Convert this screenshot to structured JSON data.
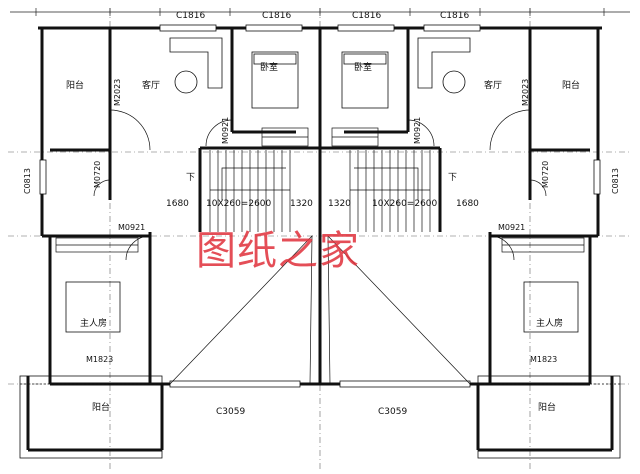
{
  "windows": {
    "top_1": "C1816",
    "top_2": "C1816",
    "top_3": "C1816",
    "top_4": "C1816",
    "bottom_left": "C3059",
    "bottom_right": "C3059",
    "side_left": "C0813",
    "side_right": "C0813"
  },
  "doors": {
    "living_left": "M2023",
    "living_right": "M2023",
    "bed_left": "M0921",
    "bed_right": "M0921",
    "toilet_left": "M0720",
    "toilet_right": "M0720",
    "master_left": "M0921",
    "master_right": "M0921",
    "master_bath_left": "M1823",
    "master_bath_right": "M1823"
  },
  "rooms": {
    "balcony_tl": "阳台",
    "living_l": "客厅",
    "bedroom_l": "卧室",
    "bedroom_r": "卧室",
    "living_r": "客厅",
    "balcony_tr": "阳台",
    "master_l": "主人房",
    "master_r": "主人房",
    "balcony_bl": "阳台",
    "balcony_br": "阳台"
  },
  "stairs": {
    "down_left": "下",
    "down_right": "下",
    "dim_1680_left": "1680",
    "dim_run_left": "10X260=2600",
    "dim_1320_left": "1320",
    "dim_1320_right": "1320",
    "dim_run_right": "10X260=2600",
    "dim_1680_right": "1680"
  },
  "watermark": "图纸之家"
}
